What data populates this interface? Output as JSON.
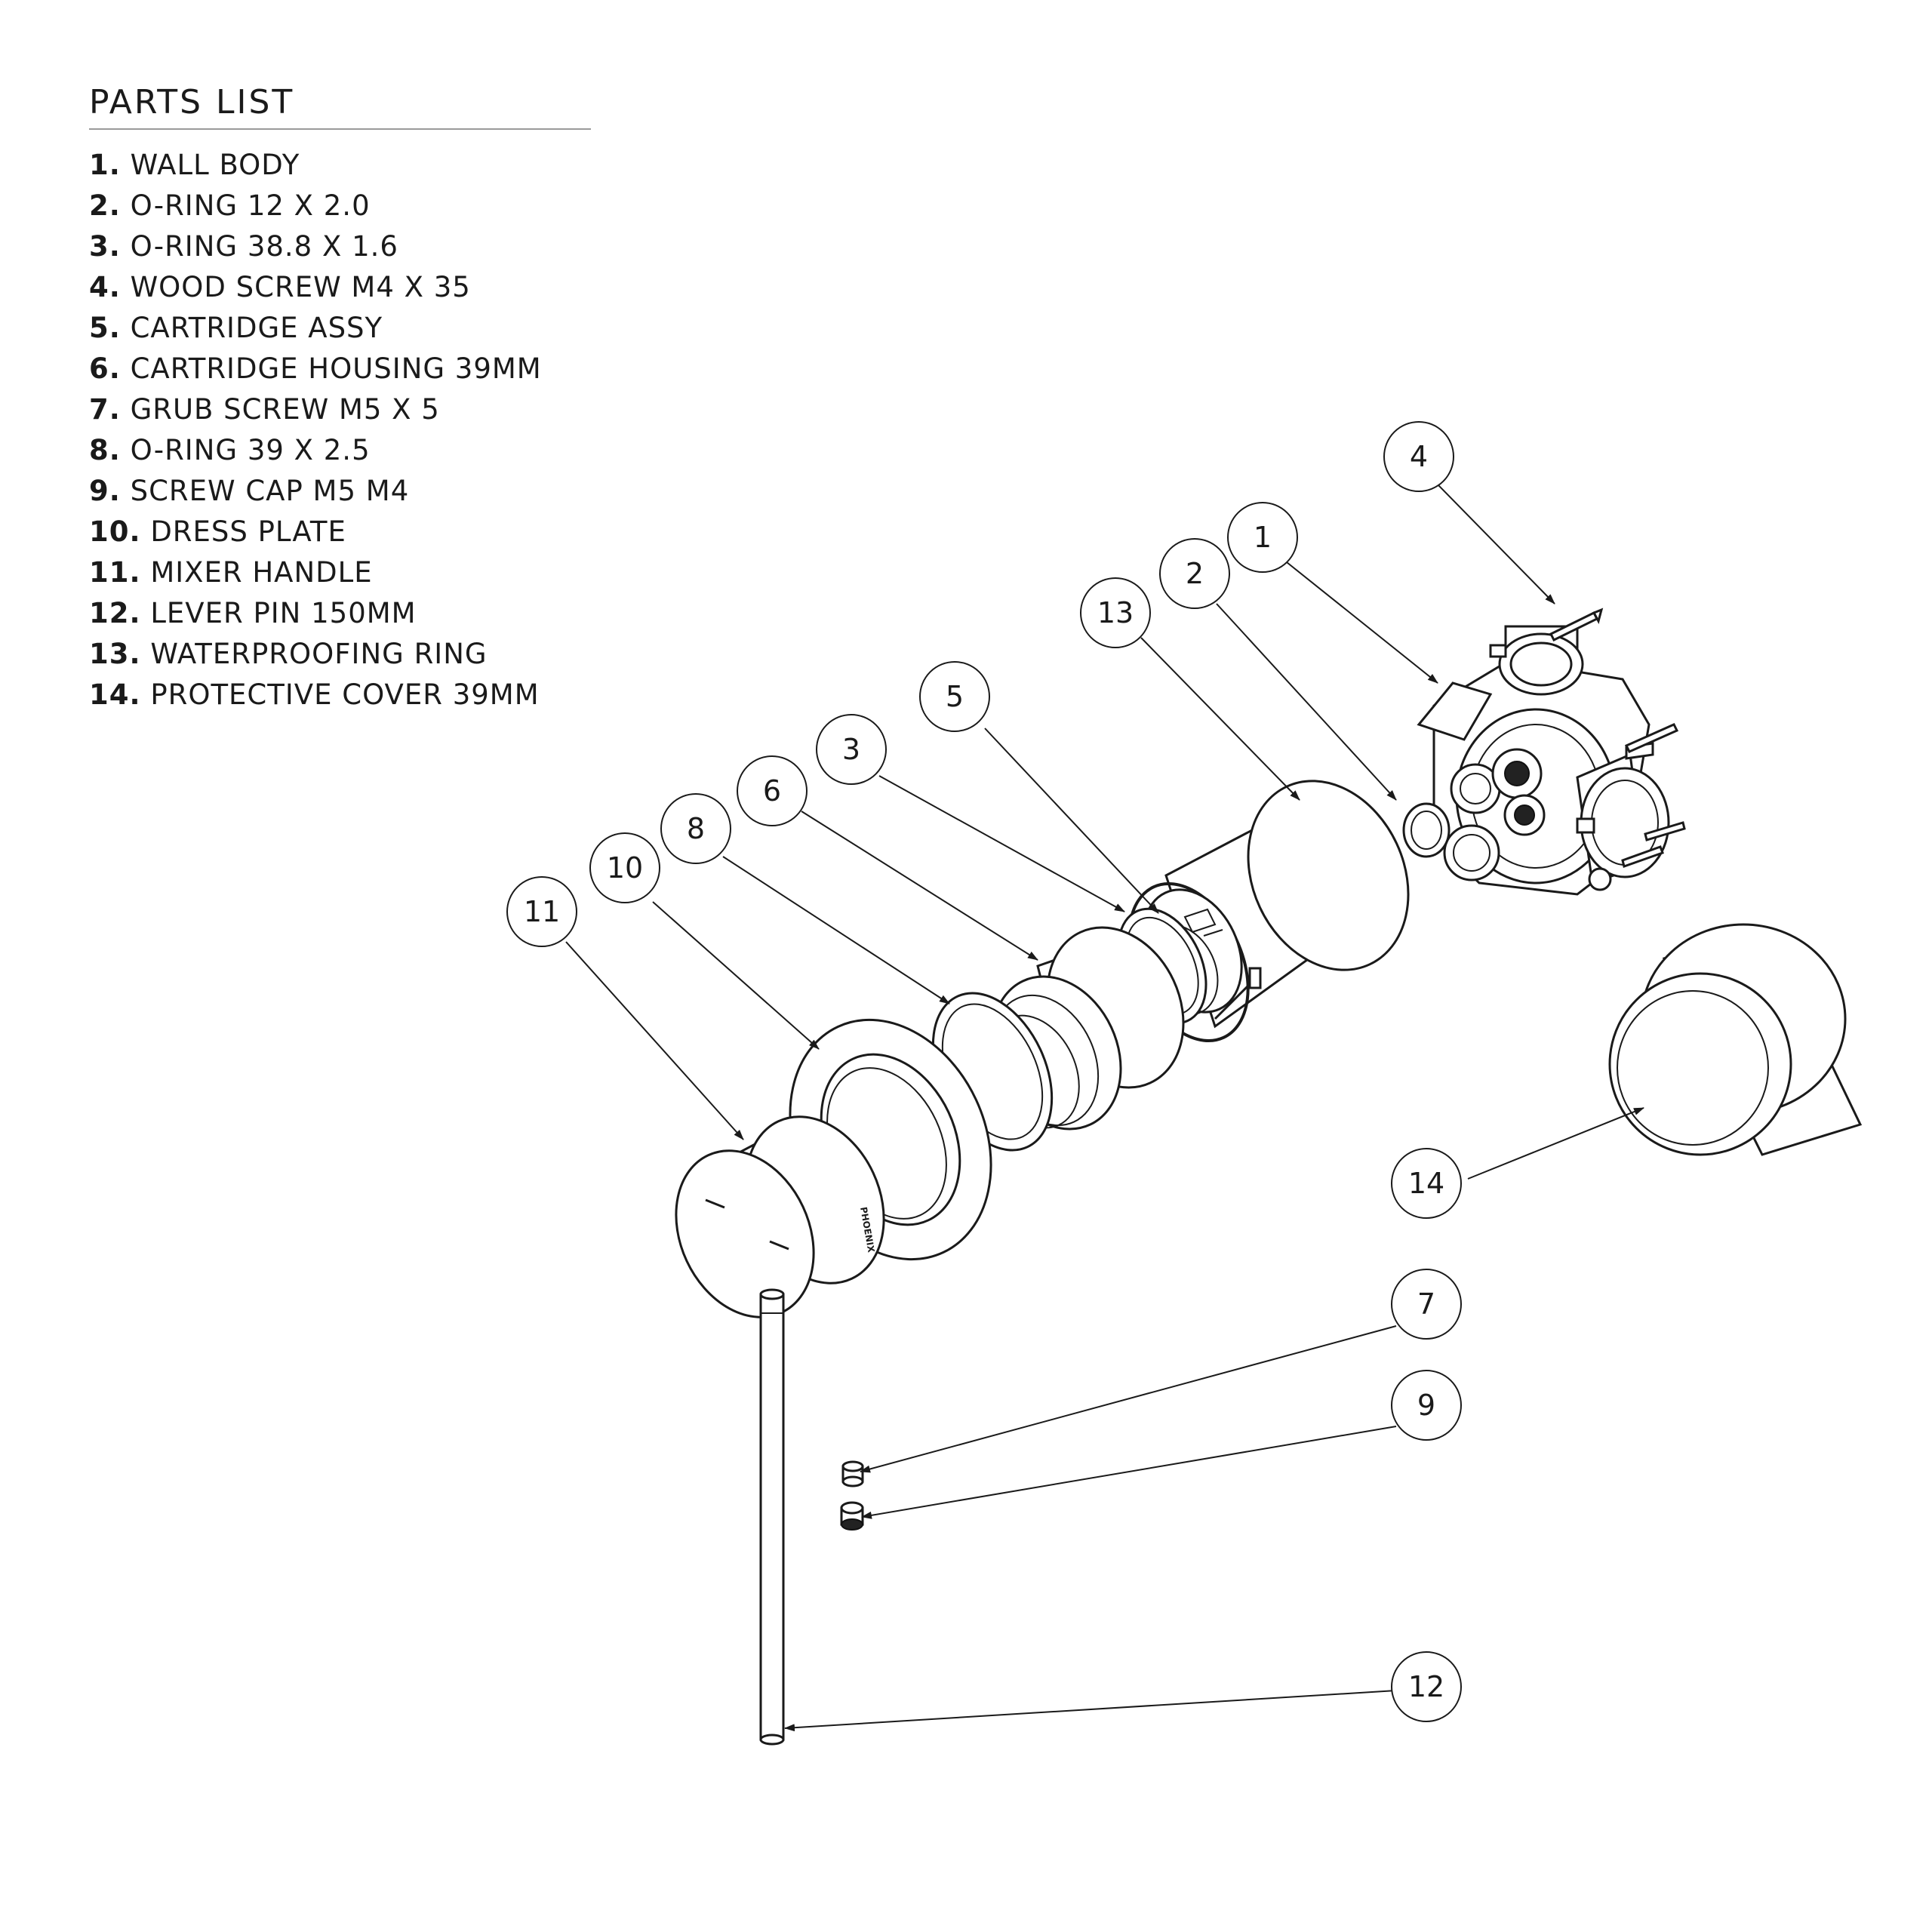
{
  "parts_list": {
    "title": "PARTS LIST",
    "items": [
      {
        "num": "1.",
        "label": "WALL BODY"
      },
      {
        "num": "2.",
        "label": "O-RING 12 X 2.0"
      },
      {
        "num": "3.",
        "label": "O-RING 38.8 X 1.6"
      },
      {
        "num": "4.",
        "label": "WOOD SCREW M4 X 35"
      },
      {
        "num": "5.",
        "label": "CARTRIDGE ASSY"
      },
      {
        "num": "6.",
        "label": "CARTRIDGE HOUSING 39MM"
      },
      {
        "num": "7.",
        "label": "GRUB SCREW M5 X 5"
      },
      {
        "num": "8.",
        "label": "O-RING 39 X 2.5"
      },
      {
        "num": "9.",
        "label": "SCREW CAP M5 M4"
      },
      {
        "num": "10.",
        "label": "DRESS PLATE"
      },
      {
        "num": "11.",
        "label": "MIXER HANDLE"
      },
      {
        "num": "12.",
        "label": "LEVER PIN 150MM"
      },
      {
        "num": "13.",
        "label": "WATERPROOFING RING"
      },
      {
        "num": "14.",
        "label": "PROTECTIVE COVER 39MM"
      }
    ]
  },
  "callouts": [
    "1",
    "2",
    "3",
    "4",
    "5",
    "6",
    "7",
    "8",
    "9",
    "10",
    "11",
    "12",
    "13",
    "14"
  ],
  "handle_brand_text": "PHOENIX"
}
